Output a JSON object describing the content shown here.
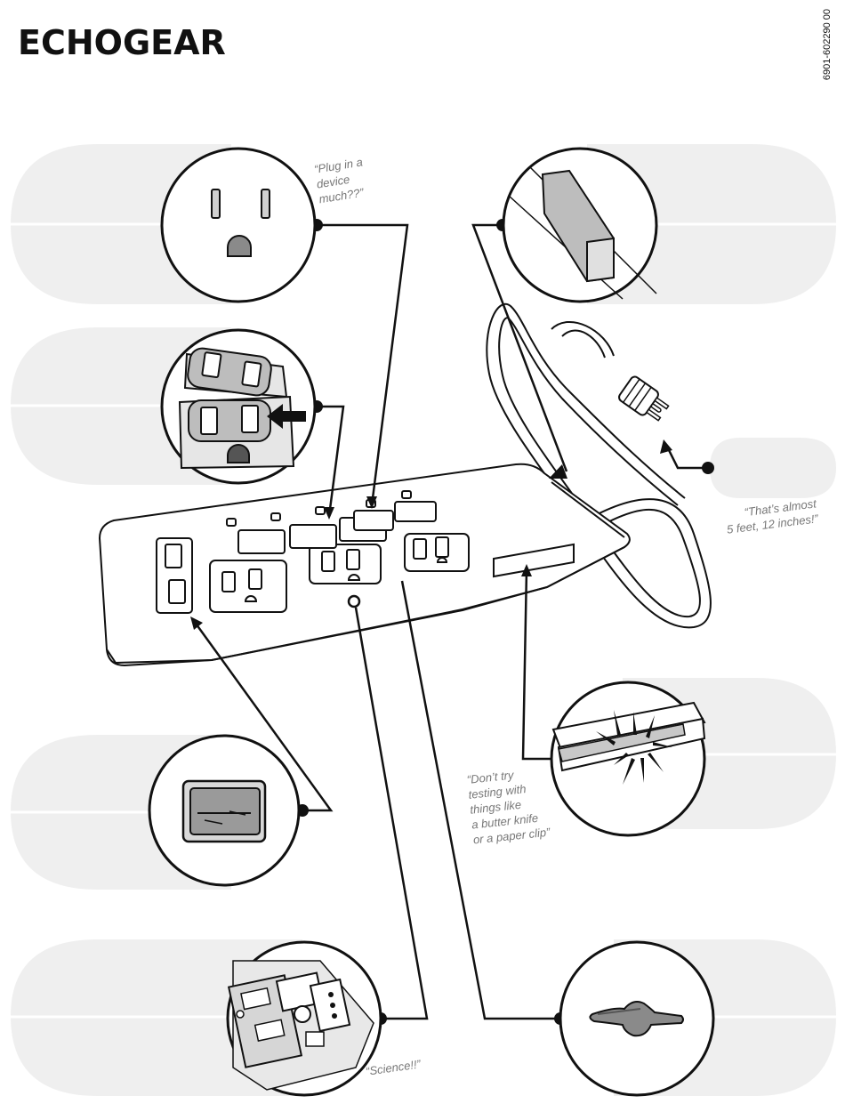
{
  "brand": {
    "logo_text": "ECHOGEAR",
    "document_id": "6901-602290 00"
  },
  "callouts": [
    {
      "id": "outlet-closeup",
      "quote": "“Plug in a\ndevice\n much??”"
    },
    {
      "id": "rotating-outlet-closeup"
    },
    {
      "id": "usb-port-closeup"
    },
    {
      "id": "circuit-board-closeup",
      "quote": "“Science!!”"
    },
    {
      "id": "mounting-edge-closeup"
    },
    {
      "id": "cord-length",
      "quote": "“That’s almost\n5 feet, 12 inches!”"
    },
    {
      "id": "switch-slot-closeup",
      "quote": "“Don’t try\ntesting with\nthings like\na butter knife\nor a paper clip”"
    },
    {
      "id": "keyhole-mount-closeup"
    }
  ],
  "colors": {
    "ink": "#111111",
    "panel": "#efefef",
    "panel_divider": "#ffffff",
    "quote_text": "#777777"
  }
}
